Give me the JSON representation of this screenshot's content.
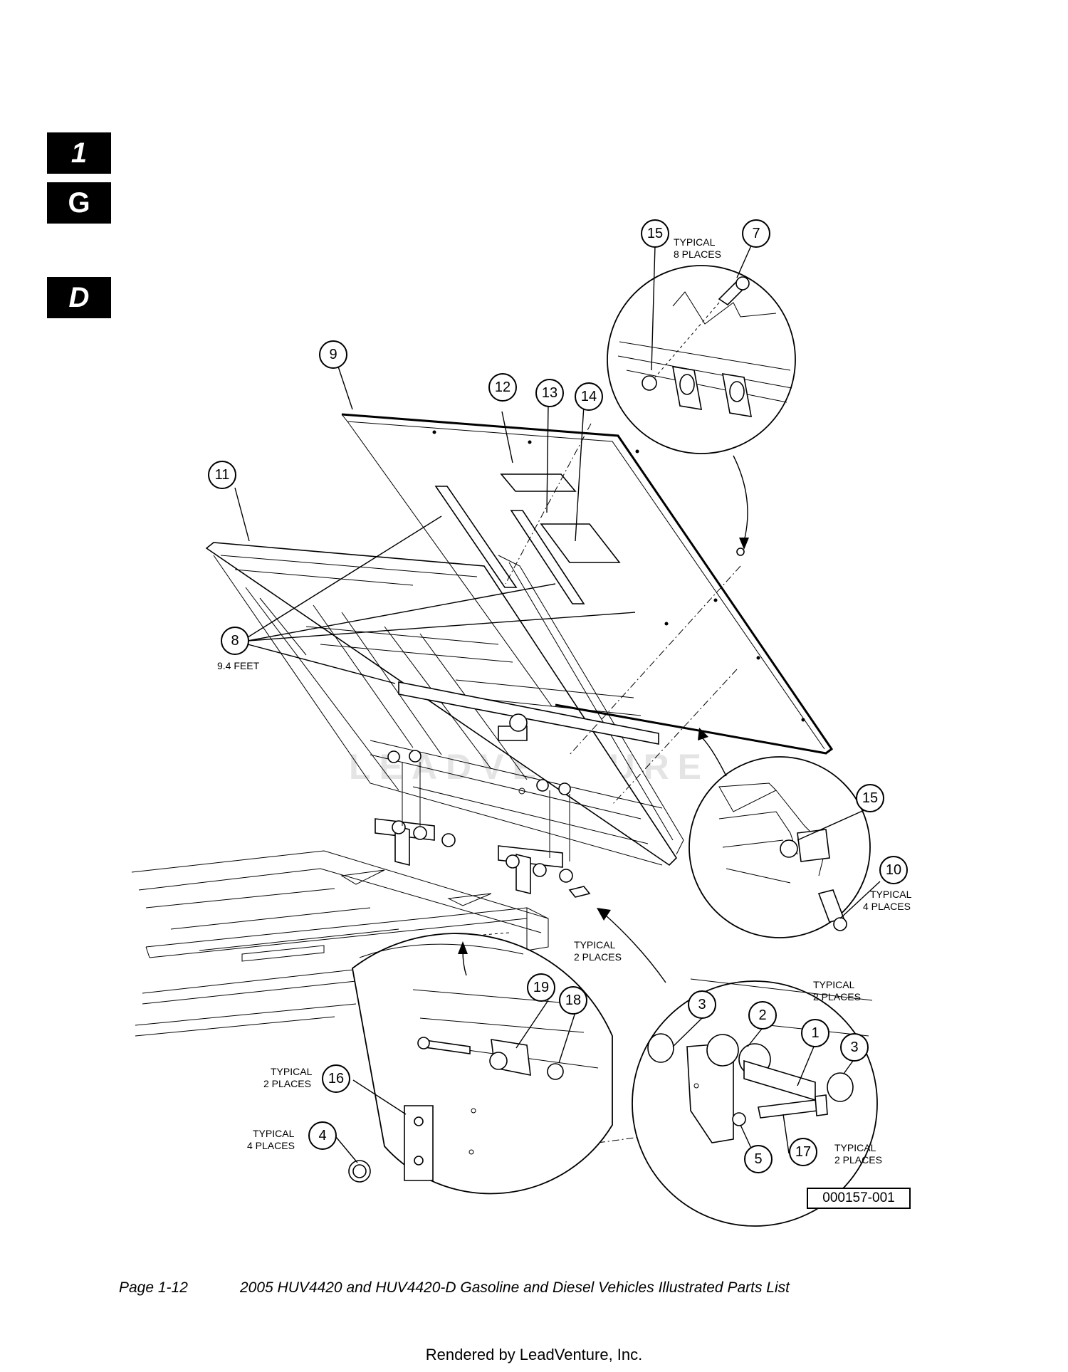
{
  "section_tabs": [
    "1",
    "G",
    "D"
  ],
  "callouts": {
    "c1": "1",
    "c2": "2",
    "c3a": "3",
    "c3b": "3",
    "c4": "4",
    "c5": "5",
    "c7": "7",
    "c8": "8",
    "c9": "9",
    "c10": "10",
    "c11": "11",
    "c12": "12",
    "c13": "13",
    "c14": "14",
    "c15a": "15",
    "c15b": "15",
    "c16": "16",
    "c17": "17",
    "c18": "18",
    "c19": "19"
  },
  "notes": {
    "typical_8_line1": "TYPICAL",
    "typical_8_line2": "8 PLACES",
    "feet_8": "9.4 FEET",
    "typical_4_line1_a": "TYPICAL",
    "typical_4_line2_a": "4 PLACES",
    "typical_2_line1_a": "TYPICAL",
    "typical_2_line2_a": "2 PLACES",
    "typical_2_line1_b": "TYPICAL",
    "typical_2_line2_b": "2 PLACES",
    "typical_2_line1_c": "TYPICAL",
    "typical_2_line2_c": "2 PLACES",
    "typical_4_line1_b": "TYPICAL",
    "typical_4_line2_b": "4 PLACES",
    "typical_2_line1_d": "TYPICAL",
    "typical_2_line2_d": "2 PLACES"
  },
  "watermark": "LEADVENTURE",
  "drawing_number": "000157-001",
  "footer": {
    "page_number": "Page 1-12",
    "document_title": "2005 HUV4420 and HUV4420-D Gasoline and Diesel Vehicles Illustrated Parts List",
    "render_credit": "Rendered by LeadVenture, Inc."
  },
  "colors": {
    "ink": "#000000",
    "paper": "#ffffff",
    "watermark": "#e4e4e4"
  }
}
